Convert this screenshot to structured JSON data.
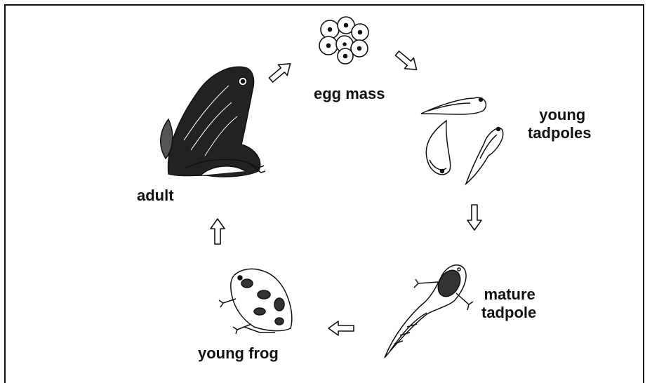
{
  "diagram": {
    "stages": [
      {
        "id": "egg-mass",
        "label": "egg mass"
      },
      {
        "id": "young-tadpoles",
        "label_line1": "young",
        "label_line2": "tadpoles"
      },
      {
        "id": "mature-tadpole",
        "label_line1": "mature",
        "label_line2": "tadpole"
      },
      {
        "id": "young-frog",
        "label": "young frog"
      },
      {
        "id": "adult",
        "label": "adult"
      }
    ],
    "colors": {
      "ink": "#111111",
      "background": "#ffffff"
    }
  }
}
